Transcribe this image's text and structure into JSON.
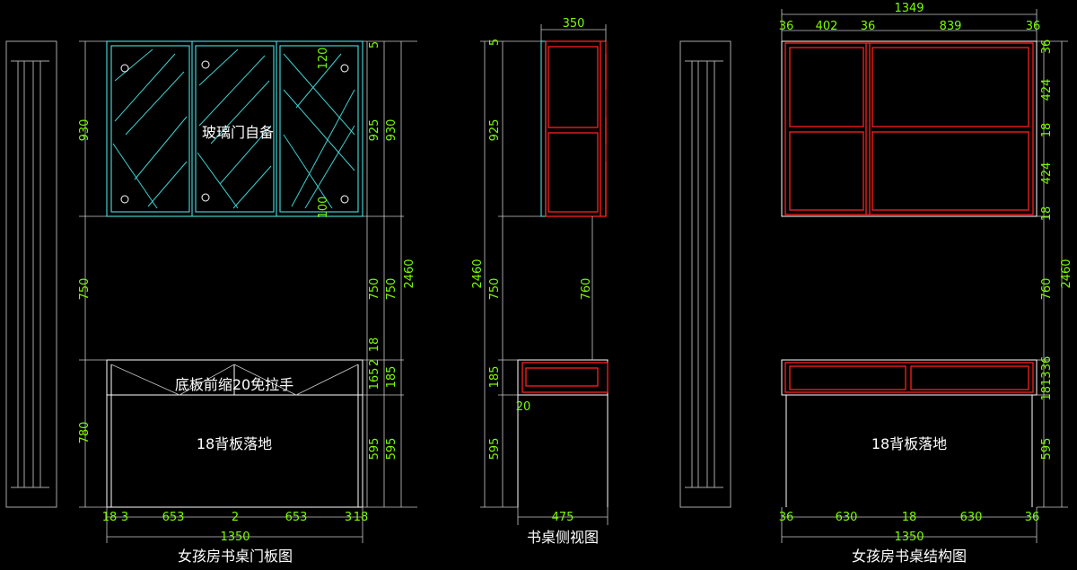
{
  "views": {
    "front": {
      "title": "女孩房书桌门板图",
      "labels": {
        "glass": "玻璃门自备",
        "drawer": "底板前缩20免拉手",
        "back": "18背板落地"
      },
      "dims": {
        "left_top": "930",
        "left_mid": "750",
        "left_bot": "780",
        "right_5": "5",
        "right_120": "120",
        "right_100": "100",
        "right_925": "925",
        "right_930": "930",
        "right_750a": "750",
        "right_750b": "750",
        "right_2460": "2460",
        "right_2": "2",
        "right_18": "18",
        "right_165": "165",
        "right_185": "185",
        "right_595a": "595",
        "right_595b": "595",
        "b_18a": "18",
        "b_3a": "3",
        "b_653a": "653",
        "b_2": "2",
        "b_653b": "653",
        "b_3b": "3",
        "b_18b": "18",
        "total": "1350"
      }
    },
    "side": {
      "title": "书桌侧视图",
      "dims": {
        "top": "350",
        "d5": "5",
        "d925": "925",
        "d2460": "2460",
        "d750": "750",
        "d760": "760",
        "d185": "185",
        "d595": "595",
        "d20": "20",
        "bottom": "475"
      }
    },
    "structure": {
      "title": "女孩房书桌结构图",
      "labels": {
        "back": "18背板落地"
      },
      "dims": {
        "total_top": "1349",
        "t36a": "36",
        "t402": "402",
        "t36b": "36",
        "t839": "839",
        "t36c": "36",
        "r36a": "36",
        "r424a": "424",
        "r18a": "18",
        "r424b": "424",
        "r18b": "18",
        "r2460": "2460",
        "r760": "760",
        "r36b": "36",
        "r1813": "1813",
        "r595": "595",
        "b36a": "36",
        "b630a": "630",
        "b18": "18",
        "b630b": "630",
        "b36b": "36",
        "total_bottom": "1350"
      }
    }
  }
}
